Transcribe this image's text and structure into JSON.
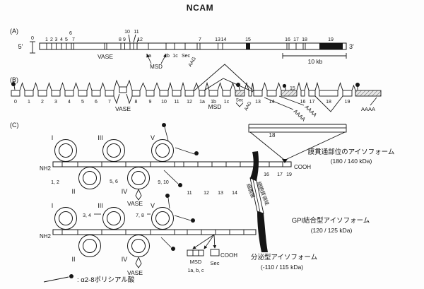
{
  "title": "NCAM",
  "panel_a": {
    "label": "(A)",
    "five": "5'",
    "three": "3'",
    "above": [
      "0",
      "1",
      "2",
      "3",
      "4",
      "5",
      "6",
      "7",
      "8",
      "9",
      "10",
      "11",
      "12",
      "7",
      "13",
      "14",
      "15",
      "16",
      "17",
      "18",
      "19"
    ],
    "below": [
      "VASE",
      "1a",
      "1b",
      "1c",
      "Sec",
      "AAG",
      "MSD"
    ],
    "scale": "10 kb"
  },
  "panel_b": {
    "label": "(B)",
    "exons": [
      "0",
      "1",
      "2",
      "3",
      "4",
      "5",
      "6",
      "7",
      "VASE",
      "8",
      "9",
      "10",
      "11",
      "12",
      "1a",
      "1b",
      "1c",
      "Sec",
      "AAG",
      "13",
      "14",
      "15",
      "16",
      "17",
      "18",
      "19"
    ],
    "msd": "MSD",
    "polya": [
      "AAAA",
      "AAAA",
      "AAAA"
    ]
  },
  "panel_c": {
    "label": "(C)",
    "domains": [
      "I",
      "II",
      "III",
      "IV",
      "V"
    ],
    "nh2": "NH2",
    "cooh": "COOH",
    "e18": "18",
    "vase": "VASE",
    "tm_numbers": [
      "1, 2",
      "5, 6",
      "9, 10",
      "11",
      "12",
      "13",
      "14"
    ],
    "tm_right": [
      "16",
      "17",
      "19"
    ],
    "gpi_numbers": [
      "3, 4",
      "7, 8"
    ],
    "msd_label": "MSD",
    "msd_sub": "1a, b, c",
    "sec_label": "Sec",
    "sec_cooh": "COOH",
    "membrane": [
      "細胞膜",
      "細胞質領域"
    ],
    "iso_tm": {
      "name": "膜貫通部位のアイソフォーム",
      "kda": "(180 / 140 kDa)"
    },
    "iso_gpi": {
      "name": "GPI結合型アイソフォーム",
      "kda": "(120 / 125 kDa)"
    },
    "iso_sec": {
      "name": "分泌型アイソフォーム",
      "kda": "(-110 / 115 kDa)"
    },
    "legend": ": α2-8ポリシアル酸"
  }
}
